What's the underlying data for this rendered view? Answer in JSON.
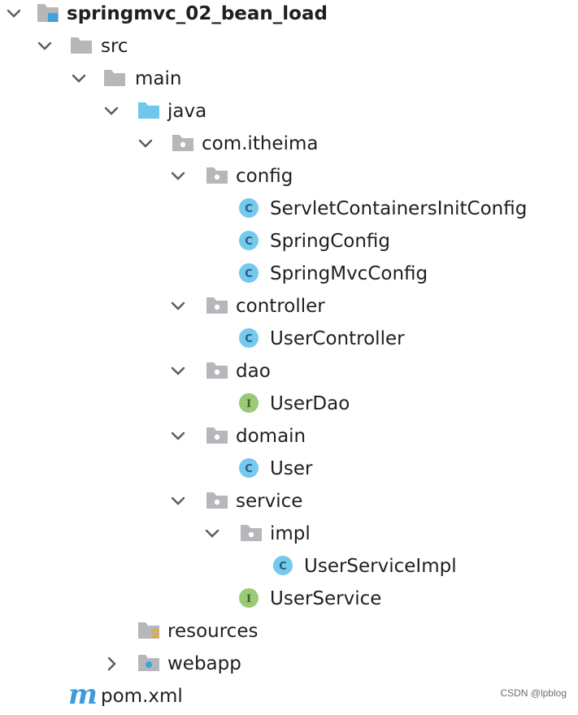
{
  "tree": {
    "root": {
      "label": "springmvc_02_bean_load"
    },
    "src": {
      "label": "src"
    },
    "main": {
      "label": "main"
    },
    "java": {
      "label": "java"
    },
    "com_itheima": {
      "label": "com.itheima"
    },
    "config": {
      "label": "config"
    },
    "servlet_containers_init_config": {
      "label": "ServletContainersInitConfig"
    },
    "spring_config": {
      "label": "SpringConfig"
    },
    "spring_mvc_config": {
      "label": "SpringMvcConfig"
    },
    "controller": {
      "label": "controller"
    },
    "user_controller": {
      "label": "UserController"
    },
    "dao": {
      "label": "dao"
    },
    "user_dao": {
      "label": "UserDao"
    },
    "domain": {
      "label": "domain"
    },
    "user": {
      "label": "User"
    },
    "service": {
      "label": "service"
    },
    "impl": {
      "label": "impl"
    },
    "user_service_impl": {
      "label": "UserServiceImpl"
    },
    "user_service": {
      "label": "UserService"
    },
    "resources": {
      "label": "resources"
    },
    "webapp": {
      "label": "webapp"
    },
    "pom": {
      "label": "pom.xml"
    }
  },
  "icons": {
    "project": "project-module-icon",
    "folder": "folder-icon",
    "source_folder": "java-source-folder-icon",
    "package": "package-icon",
    "class": "class-icon",
    "interface": "interface-icon",
    "resources": "resources-folder-icon",
    "webapp": "web-folder-icon",
    "maven": "maven-m-icon",
    "expanded": "chevron-down-icon",
    "collapsed": "chevron-right-icon"
  },
  "badges": {
    "class_letter": "C",
    "interface_letter": "I",
    "maven_letter": "m"
  },
  "colors": {
    "folder_gray": "#b5b7ba",
    "java_folder_blue": "#70c7eb",
    "class_badge": "#75c8ee",
    "interface_badge": "#9ac978",
    "maven_blue": "#3e9ad8"
  },
  "watermark": "CSDN @lpblog"
}
